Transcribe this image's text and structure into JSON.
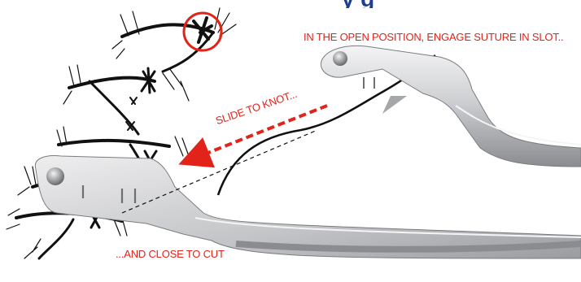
{
  "title_fragment": "y                 g",
  "captions": {
    "open_position": "IN THE OPEN POSITION, ENGAGE SUTURE IN SLOT..",
    "slide": "SLIDE TO KNOT...",
    "close_cut": "...AND CLOSE TO CUT"
  },
  "colors": {
    "caption_red": "#e2231a",
    "title_blue": "#1f3e8f",
    "steel_light": "#d9dadc",
    "steel_dark": "#8a8c90",
    "suture": "#111111"
  }
}
